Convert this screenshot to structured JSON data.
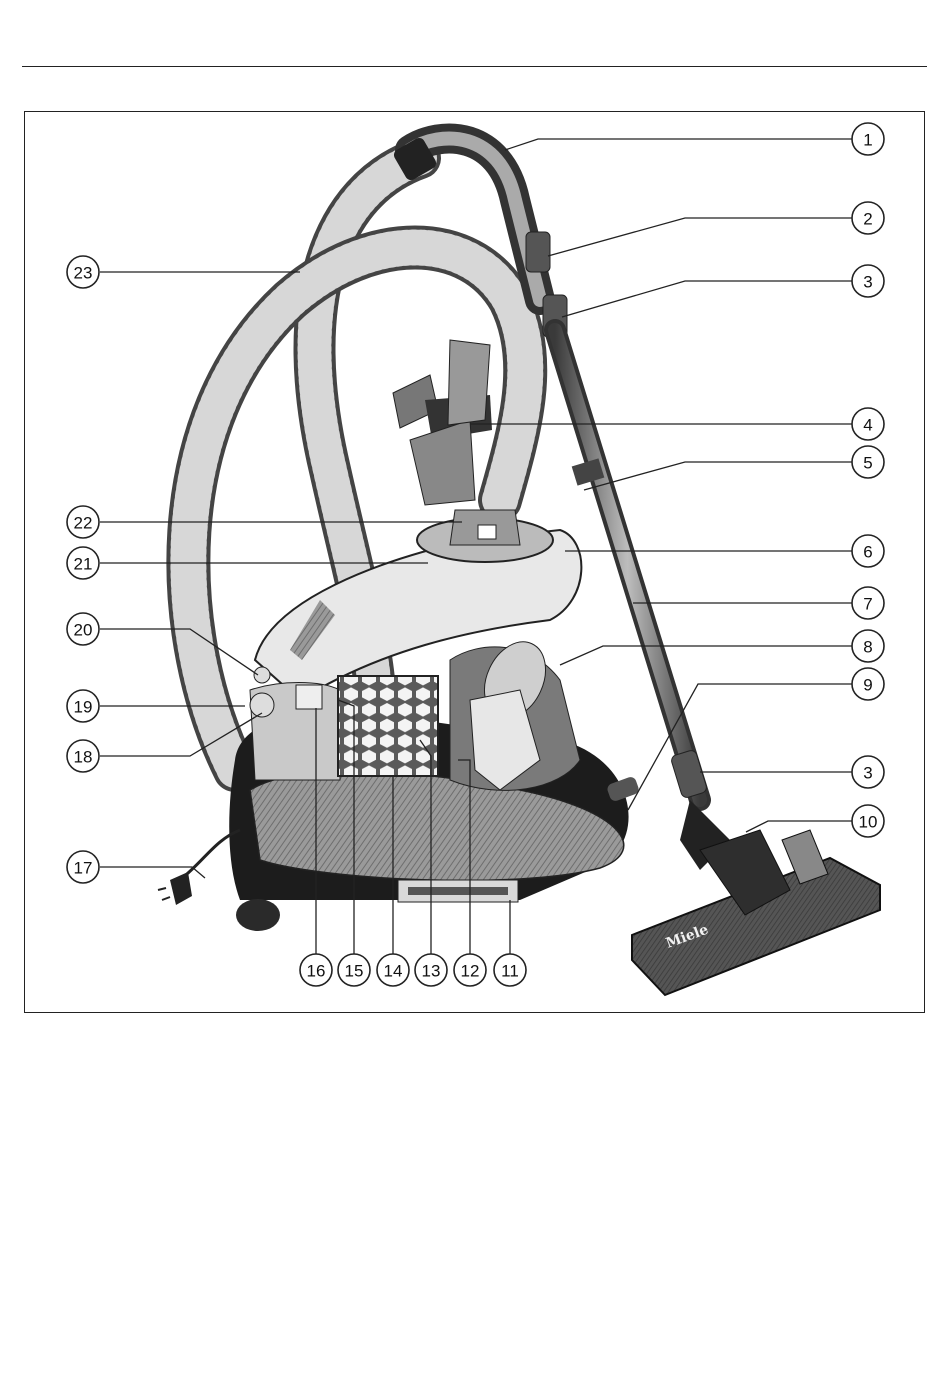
{
  "figure": {
    "brand_label": "Miele",
    "callouts": [
      {
        "id": "c1",
        "label": "1"
      },
      {
        "id": "c2",
        "label": "2"
      },
      {
        "id": "c3a",
        "label": "3"
      },
      {
        "id": "c4",
        "label": "4"
      },
      {
        "id": "c5",
        "label": "5"
      },
      {
        "id": "c6",
        "label": "6"
      },
      {
        "id": "c7",
        "label": "7"
      },
      {
        "id": "c8",
        "label": "8"
      },
      {
        "id": "c9",
        "label": "9"
      },
      {
        "id": "c3b",
        "label": "3"
      },
      {
        "id": "c10",
        "label": "10"
      },
      {
        "id": "c11",
        "label": "11"
      },
      {
        "id": "c12",
        "label": "12"
      },
      {
        "id": "c13",
        "label": "13"
      },
      {
        "id": "c14",
        "label": "14"
      },
      {
        "id": "c15",
        "label": "15"
      },
      {
        "id": "c16",
        "label": "16"
      },
      {
        "id": "c17",
        "label": "17"
      },
      {
        "id": "c18",
        "label": "18"
      },
      {
        "id": "c19",
        "label": "19"
      },
      {
        "id": "c20",
        "label": "20"
      },
      {
        "id": "c21",
        "label": "21"
      },
      {
        "id": "c22",
        "label": "22"
      },
      {
        "id": "c23",
        "label": "23"
      }
    ]
  }
}
